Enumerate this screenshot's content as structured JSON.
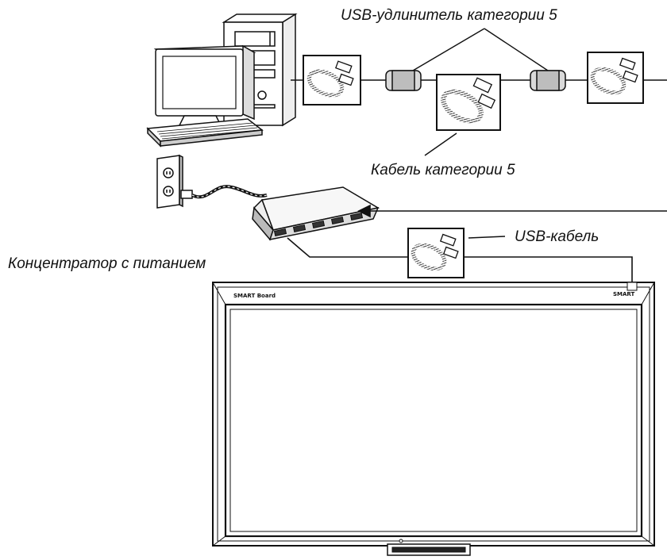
{
  "labels": {
    "usb_extender": "USB-удлинитель категории 5",
    "cat5_cable": "Кабель категории 5",
    "usb_cable": "USB-кабель",
    "powered_hub": "Концентратор с питанием"
  },
  "board": {
    "brand_left": "SMART Board",
    "brand_right": "SMART"
  }
}
